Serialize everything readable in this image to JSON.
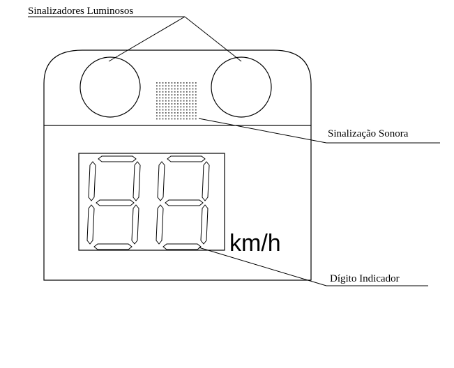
{
  "labels": {
    "lights": "Sinalizadores Luminosos",
    "sound": "Sinalização Sonora",
    "digit": "Dígito Indicador"
  },
  "display": {
    "unit": "km/h"
  }
}
